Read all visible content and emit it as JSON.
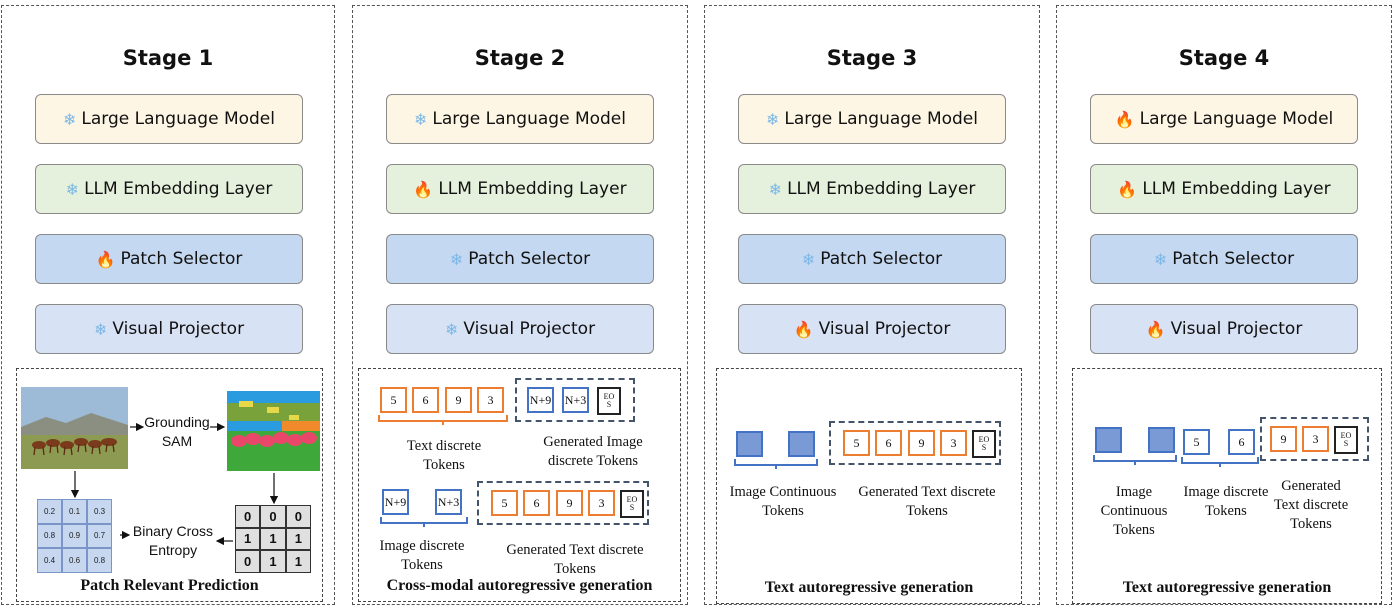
{
  "stages": [
    {
      "title": "Stage 1",
      "modules": [
        {
          "name": "Large Language Model",
          "icon": "snowflake-icon"
        },
        {
          "name": "LLM Embedding Layer",
          "icon": "snowflake-icon"
        },
        {
          "name": "Patch Selector",
          "icon": "fire-icon"
        },
        {
          "name": "Visual Projector",
          "icon": "snowflake-icon"
        }
      ],
      "panel_title": "Patch Relevant Prediction"
    },
    {
      "title": "Stage 2",
      "modules": [
        {
          "name": "Large Language Model",
          "icon": "snowflake-icon"
        },
        {
          "name": "LLM Embedding Layer",
          "icon": "fire-icon"
        },
        {
          "name": "Patch Selector",
          "icon": "snowflake-icon"
        },
        {
          "name": "Visual Projector",
          "icon": "snowflake-icon"
        }
      ],
      "panel_title": "Cross-modal autoregressive generation"
    },
    {
      "title": "Stage 3",
      "modules": [
        {
          "name": "Large Language Model",
          "icon": "snowflake-icon"
        },
        {
          "name": "LLM Embedding Layer",
          "icon": "snowflake-icon"
        },
        {
          "name": "Patch Selector",
          "icon": "snowflake-icon"
        },
        {
          "name": "Visual Projector",
          "icon": "fire-icon"
        }
      ],
      "panel_title": "Text autoregressive generation"
    },
    {
      "title": "Stage 4",
      "modules": [
        {
          "name": "Large Language Model",
          "icon": "fire-icon"
        },
        {
          "name": "LLM Embedding Layer",
          "icon": "fire-icon"
        },
        {
          "name": "Patch Selector",
          "icon": "snowflake-icon"
        },
        {
          "name": "Visual Projector",
          "icon": "fire-icon"
        }
      ],
      "panel_title": "Text autoregressive generation"
    }
  ],
  "icons": {
    "snowflake": "❄",
    "fire": "🔥"
  },
  "colors": {
    "llm_box": "#fdf6e4",
    "embedding_box": "#e5f1dd",
    "patch_selector_box": "#c5d8f1",
    "visual_projector_box": "#d8e2f5",
    "text_token_border": "#ed7d31",
    "image_token_border": "#4472c4"
  },
  "stage1": {
    "grounding_label": "Grounding SAM",
    "loss_label": "Binary Cross Entropy",
    "pred_grid": [
      "0.2",
      "0.1",
      "0.3",
      "0.8",
      "0.9",
      "0.7",
      "0.4",
      "0.6",
      "0.8"
    ],
    "binary_grid": [
      "0",
      "0",
      "0",
      "1",
      "1",
      "1",
      "0",
      "1",
      "1"
    ]
  },
  "stage2": {
    "text_tokens": [
      "5",
      "6",
      "9",
      "3"
    ],
    "gen_image_tokens": [
      "N+9",
      "N+3"
    ],
    "eos": "EOS",
    "text_discrete_label": "Text discrete Tokens",
    "gen_image_label": "Generated Image discrete Tokens",
    "image_tokens": [
      "N+9",
      "N+3"
    ],
    "image_discrete_label": "Image discrete Tokens",
    "gen_text_tokens": [
      "5",
      "6",
      "9",
      "3"
    ],
    "gen_text_label": "Generated Text discrete Tokens"
  },
  "stage3": {
    "gen_text_tokens": [
      "5",
      "6",
      "9",
      "3"
    ],
    "eos": "EOS",
    "image_cont_label": "Image Continuous Tokens",
    "gen_text_label": "Generated Text discrete Tokens"
  },
  "stage4": {
    "image_tokens": [
      "5",
      "6"
    ],
    "gen_text_tokens": [
      "9",
      "3"
    ],
    "eos": "EOS",
    "image_cont_label": "Image Continuous Tokens",
    "image_discrete_label": "Image discrete Tokens",
    "gen_text_label": "Generated Text discrete Tokens"
  }
}
